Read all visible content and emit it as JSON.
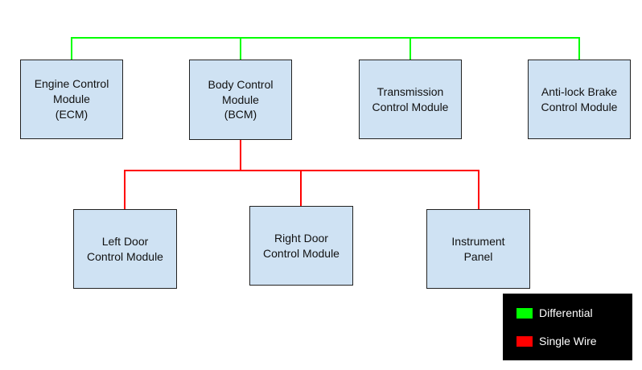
{
  "colors": {
    "differential": "#00ff00",
    "single_wire": "#ff0000",
    "module_fill": "#cfe2f3"
  },
  "modules": {
    "ecm": "Engine Control\nModule\n(ECM)",
    "bcm": "Body Control\nModule\n(BCM)",
    "tcm": "Transmission\nControl Module",
    "abs": "Anti-lock Brake\nControl Module",
    "left_door": "Left Door\nControl Module",
    "right_door": "Right Door\nControl Module",
    "instrument_panel": "Instrument\nPanel"
  },
  "legend": {
    "differential_label": "Differential",
    "single_wire_label": "Single Wire"
  }
}
